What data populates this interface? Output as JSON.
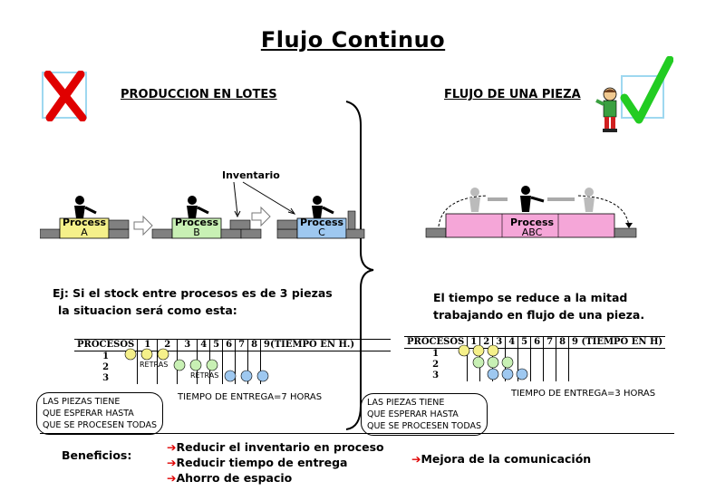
{
  "title": "Flujo Continuo",
  "left": {
    "heading": "PRODUCCION EN LOTES",
    "mark_icon": "red-x-icon",
    "inventory_label": "Inventario",
    "process_labels": [
      {
        "name": "Process",
        "letter": "A",
        "color": "#f5f08a"
      },
      {
        "name": "Process",
        "letter": "B",
        "color": "#c8f0b4"
      },
      {
        "name": "Process",
        "letter": "C",
        "color": "#9ec8f0"
      }
    ],
    "example_line1": "Ej: Si el stock entre procesos es de 3 piezas",
    "example_line2": "la situacion será como esta:",
    "table_header": [
      "PROCESOS",
      "1",
      "2",
      "3",
      "4",
      "5",
      "6",
      "7",
      "8",
      "9(TIEMPO EN H.)"
    ],
    "table_rows": [
      "1",
      "2",
      "3"
    ],
    "retras_labels": [
      "RETRAS",
      "RETRAS"
    ],
    "lead_time": "TIEMPO DE ENTREGA=7 HORAS",
    "callout_lines": [
      "LAS PIEZAS TIENE",
      "QUE ESPERAR HASTA",
      "QUE SE PROCESEN TODAS"
    ]
  },
  "right": {
    "heading": "FLUJO DE UNA PIEZA",
    "mark_icon": "green-check-icon",
    "process_name": "Process",
    "process_letter": "ABC",
    "process_color": "#f5a6d8",
    "result_line1": "El tiempo se reduce a la mitad",
    "result_line2": "trabajando en flujo de una pieza.",
    "table_header": [
      "PROCESOS",
      "1",
      "2",
      "3",
      "4",
      "5",
      "6",
      "7",
      "8",
      "9 (TIEMPO EN H)"
    ],
    "table_rows": [
      "1",
      "2",
      "3"
    ],
    "lead_time": "TIEMPO DE ENTREGA=3 HORAS",
    "callout_lines": [
      "LAS PIEZAS TIENE",
      "QUE ESPERAR HASTA",
      "QUE SE PROCESEN TODAS"
    ]
  },
  "benefits": {
    "label": "Beneficios:",
    "arrow": "➔",
    "items": [
      "Reducir el inventario en proceso",
      "Reducir tiempo de entrega",
      "Ahorro de espacio"
    ],
    "extra": "Mejora de la comunicación"
  },
  "colors": {
    "yellow": "#f5f08a",
    "green": "#c8f0b4",
    "blue": "#9ec8f0",
    "red": "#e00000",
    "check": "#22cc22"
  }
}
